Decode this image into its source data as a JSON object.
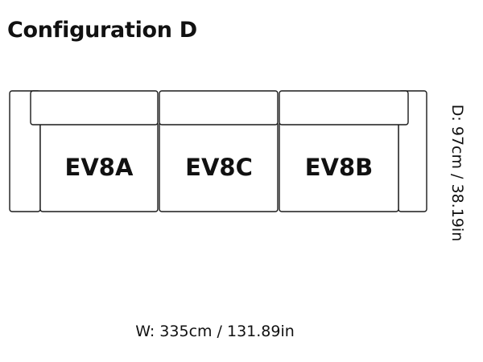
{
  "title": "Configuration D",
  "modules": [
    {
      "label": "EV8A"
    },
    {
      "label": "EV8C"
    },
    {
      "label": "EV8B"
    }
  ],
  "dimensions": {
    "depth": "D: 97cm / 38.19in",
    "width": "W: 335cm / 131.89in"
  }
}
